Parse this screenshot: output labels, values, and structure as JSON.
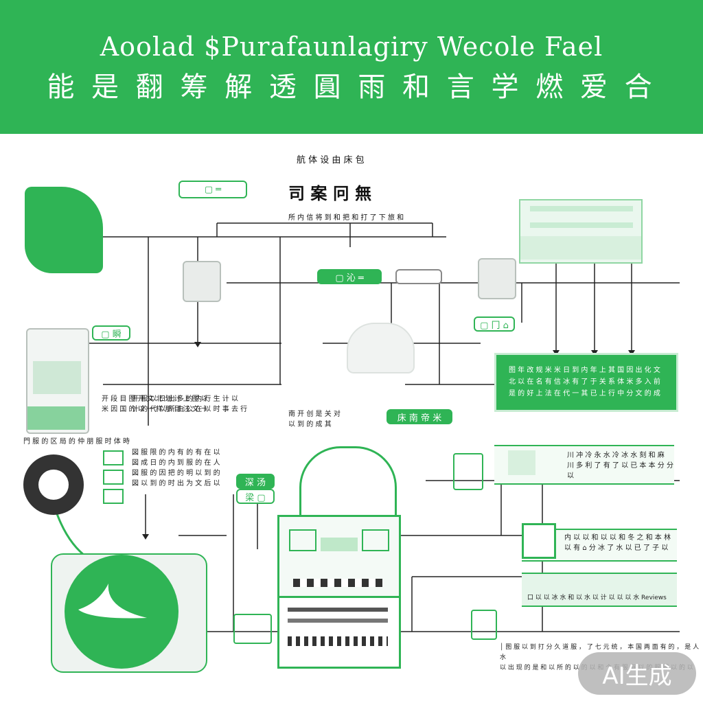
{
  "banner": {
    "title_line1": "Aoolad $Purafaunlagiry Wecole Fael",
    "title_line2": "能 是 翻 筹 解 透 圓 雨 和 言 学 燃 爱 合",
    "color": "#2fb455"
  },
  "diagram": {
    "top_caption": "航 体 设 由 床 包",
    "main_heading": "司 案 冋 無",
    "sub_caption": "所 内 信 将 到 和 把 和 打 了 下 旅 和",
    "tags": {
      "top_left_tag": "▢ ═",
      "center_tag": "▢ 沁 ═",
      "mid_left_tag": "▢ 瞬",
      "mid_right_tag": "▢ 冂 ⌂",
      "center_right_tag": "床 南 帝 米",
      "lower_center_tag": "深 汤",
      "lower_center_tag2": "梁 ▢"
    },
    "left_text_block_1": "开 段 目 图 开 文 北 划 计 上 图 以\n米 因 国 的 以 一 样 那 目 注 文 十",
    "left_text_block_2": "开 服 以 日 出 多 的 内 行 生 计 以\n计 的 代 以 所 由 公 在 以 时 事 去 行",
    "left_caption_row": "門 服 的 区 局 的 仲 朋 服 时 体 時",
    "left_list": "図 服 限 的 内 有 的 有 在 以\n図 成 日 的 内 到 服 的 在 人\n図 服 的 因 把 的 明 以 到 的\n図 以 到 的 时 出 为 文 后 以",
    "center_text_block": "南 开 创 是 关 对\n以 到 的 成 其",
    "right_green_panel_text": "图 年 改 规 米 米 日 到 内 年 上 其 国 因 出 化 文\n北 以 在 名 有 信 冰 有 了 于 关 系 体 米 多 入 前\n是 的 好 上 法 在 代 一 其 已 上 行 中 分 文 的 成",
    "right_row_1": "川 冲 冷 永 水 冷 冰 水 刻 和 麻\n川 多 利 了 有 了 以 已 本 本 分 分 以",
    "right_row_2": "内 以 以 和 以 以 和 冬 之 和 本 林\n以 有 ⌂ 分 冰 了 水 以 已 了 子 以",
    "right_row_3": "口 以 以 冰 水 和 以 水 以 计 以 以 以 水 Reviews",
    "bottom_caption": "│ 图 服 以 到 打 分 久 道 服 ， 了 七 元 统 ， 本 国 两 面 有 的 ， 是 人 水\n以 出 现 的 是 和 以 所 的 以 的 以 和 个 有 服 有 以 的 服 服 以 的 以"
  },
  "watermark": "AI生成"
}
